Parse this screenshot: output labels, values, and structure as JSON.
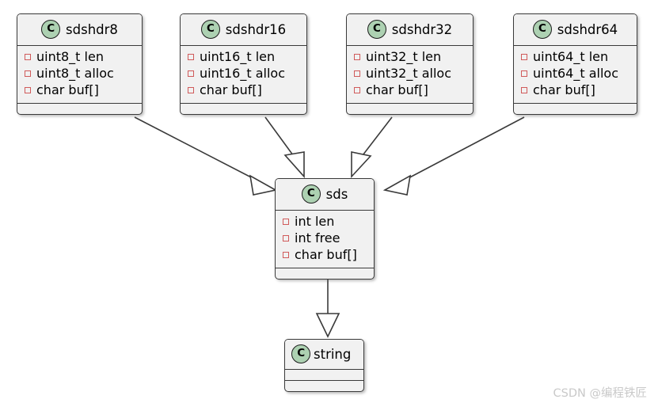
{
  "diagram": {
    "type": "uml-class-diagram",
    "watermark": "CSDN @编程铁匠",
    "icon_letter": "C",
    "colors": {
      "node_fill": "#F1F1F1",
      "node_border": "#3A3A3A",
      "class_icon_fill": "#ADD1B2",
      "attribute_marker": "#D05A5A",
      "edge": "#3A3A3A",
      "watermark": "#C9C9C9"
    },
    "classes": [
      {
        "id": "sdshdr8",
        "name": "sdshdr8",
        "attributes": [
          "uint8_t len",
          "uint8_t alloc",
          "char buf[]"
        ],
        "methods": []
      },
      {
        "id": "sdshdr16",
        "name": "sdshdr16",
        "attributes": [
          "uint16_t len",
          "uint16_t alloc",
          "char buf[]"
        ],
        "methods": []
      },
      {
        "id": "sdshdr32",
        "name": "sdshdr32",
        "attributes": [
          "uint32_t len",
          "uint32_t alloc",
          "char buf[]"
        ],
        "methods": []
      },
      {
        "id": "sdshdr64",
        "name": "sdshdr64",
        "attributes": [
          "uint64_t len",
          "uint64_t alloc",
          "char buf[]"
        ],
        "methods": []
      },
      {
        "id": "sds",
        "name": "sds",
        "attributes": [
          "int len",
          "int free",
          "char buf[]"
        ],
        "methods": []
      },
      {
        "id": "string",
        "name": "string",
        "attributes": [],
        "methods": []
      }
    ],
    "relationships": [
      {
        "from": "sdshdr8",
        "to": "sds",
        "kind": "generalization"
      },
      {
        "from": "sdshdr16",
        "to": "sds",
        "kind": "generalization"
      },
      {
        "from": "sdshdr32",
        "to": "sds",
        "kind": "generalization"
      },
      {
        "from": "sdshdr64",
        "to": "sds",
        "kind": "generalization"
      },
      {
        "from": "sds",
        "to": "string",
        "kind": "generalization"
      }
    ]
  }
}
